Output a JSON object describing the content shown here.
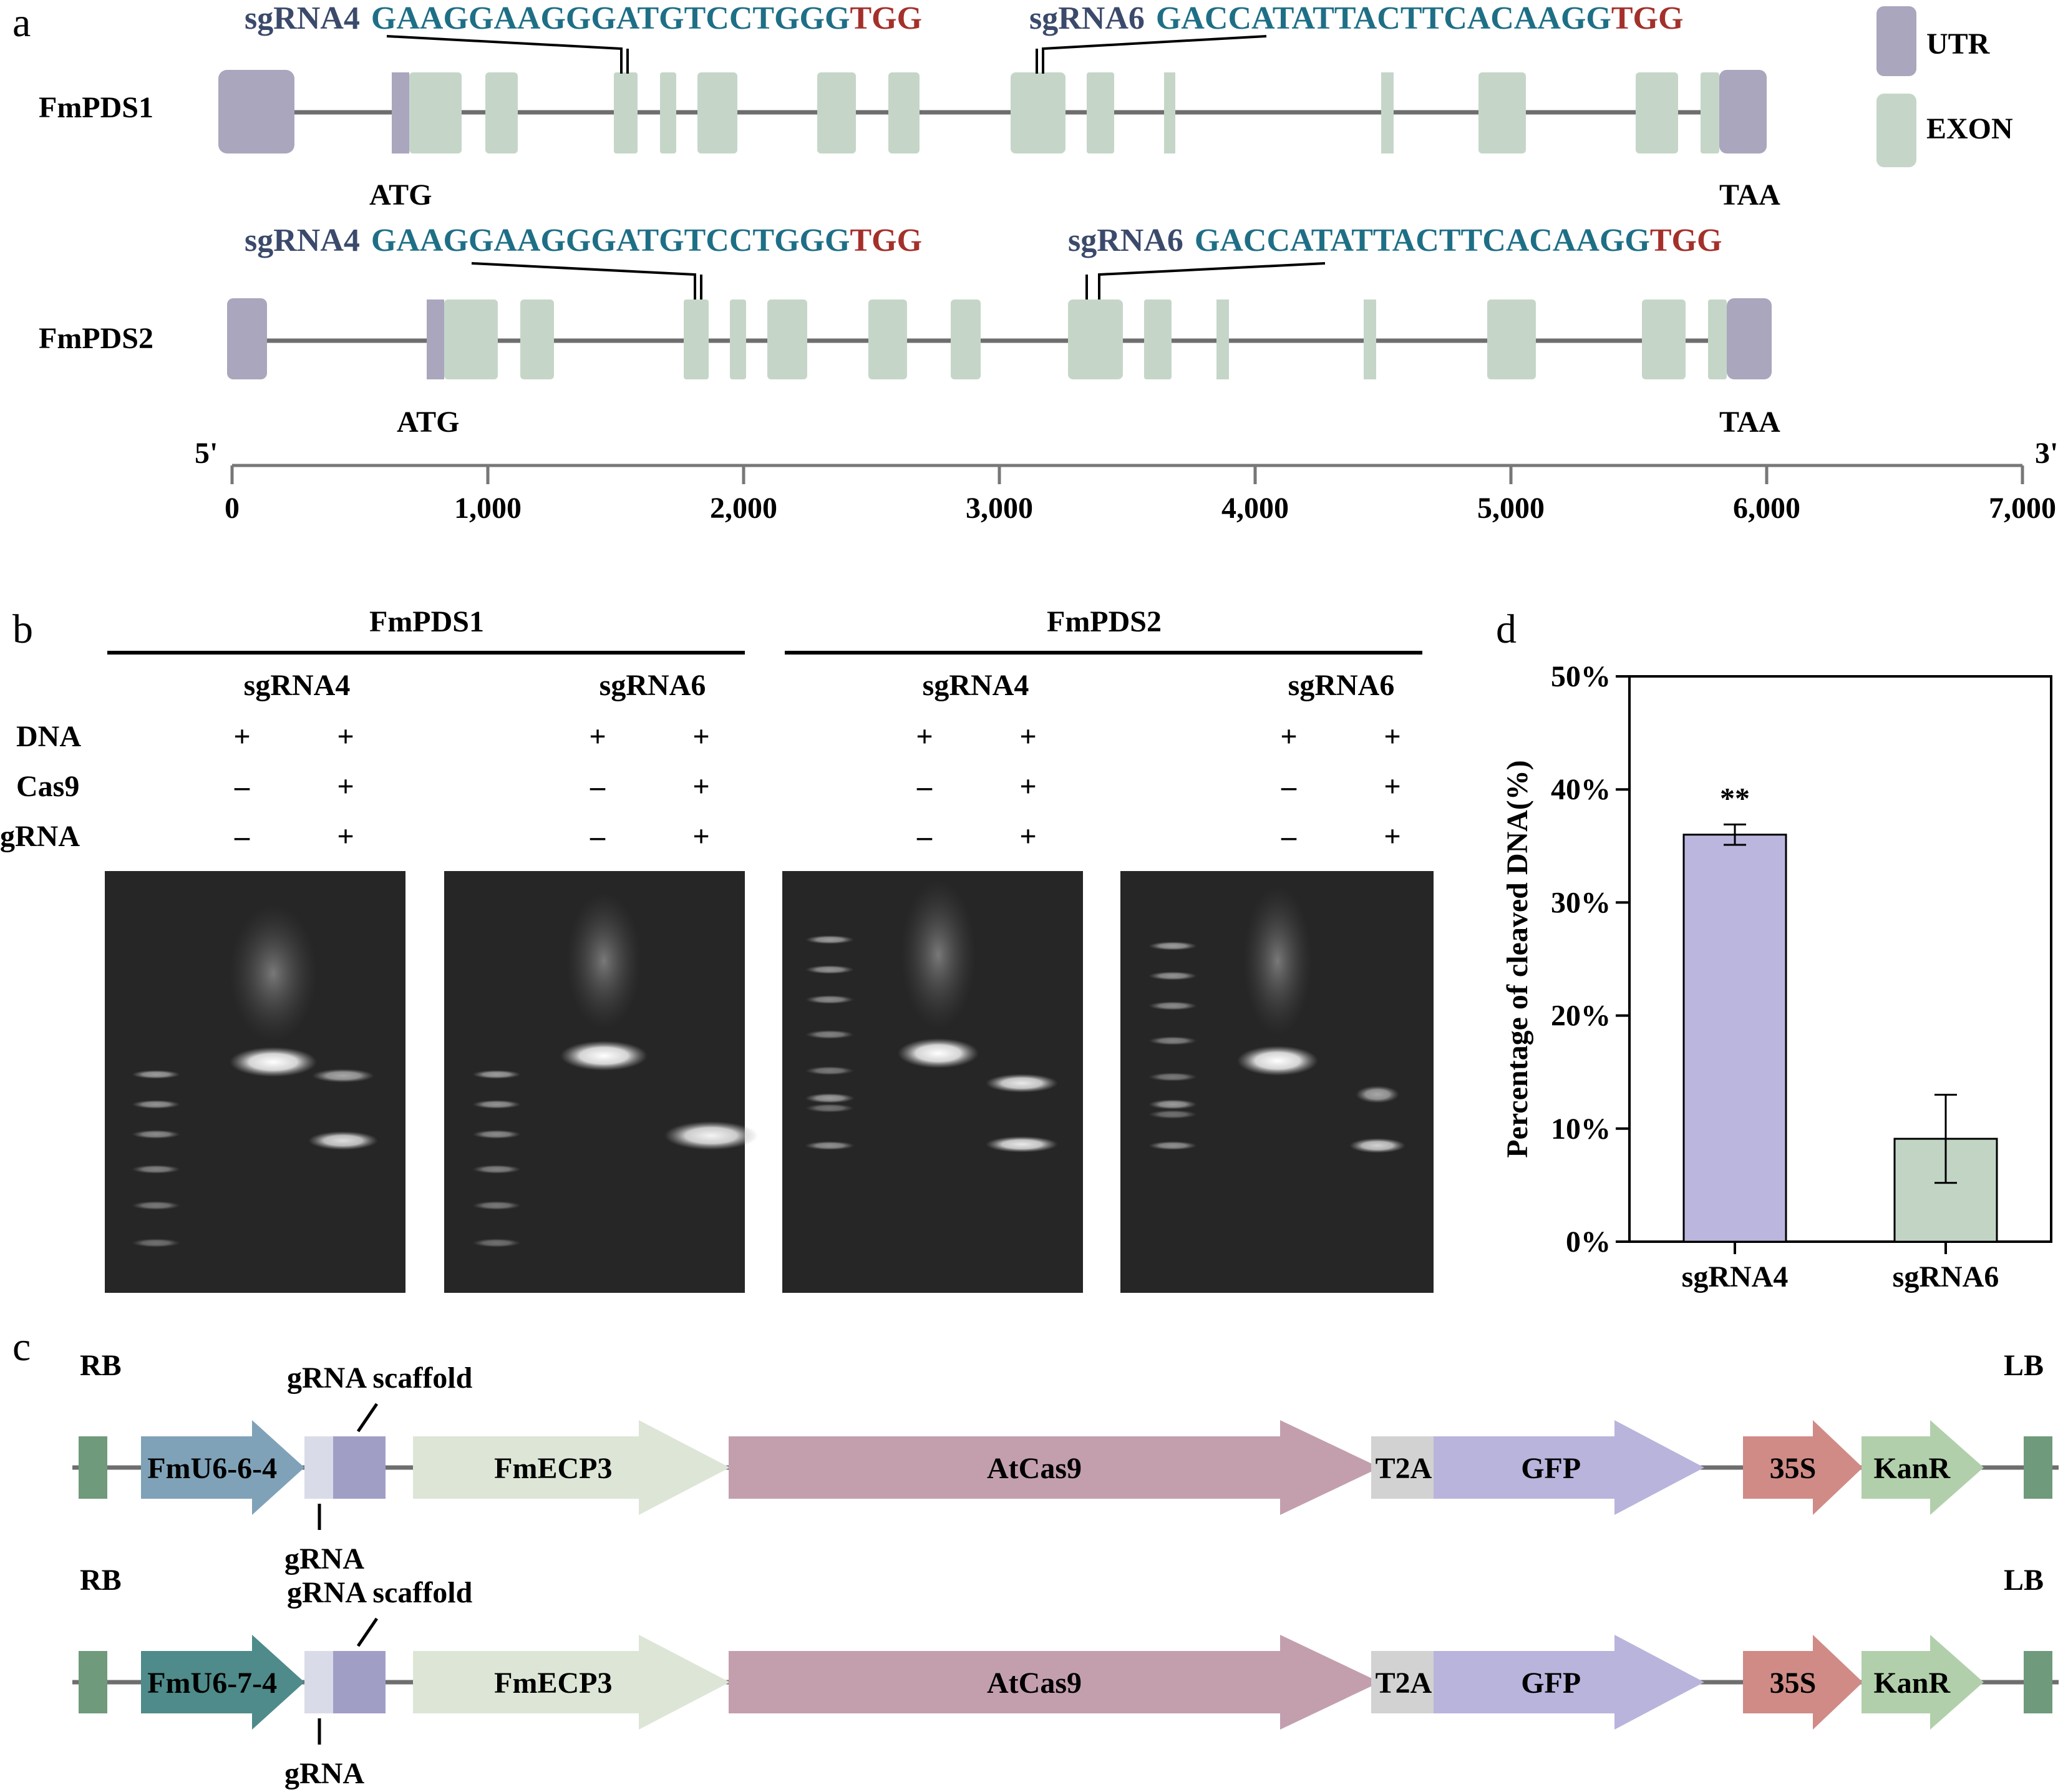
{
  "panel_a": {
    "letter": "a",
    "legend": {
      "utr_label": "UTR",
      "exon_label": "EXON",
      "colors": {
        "utr": "#a9a6bd",
        "exon": "#c5d6c9",
        "intron": "#6e6e6e"
      }
    },
    "genes": [
      {
        "name": "FmPDS1",
        "start_codon": "ATG",
        "stop_codon": "TAA",
        "sg4": {
          "name": "sgRNA4",
          "seq": "GAAGGAAGGGATGTCCTGGG",
          "pam": "TGG"
        },
        "sg6": {
          "name": "sgRNA6",
          "seq": "GACCATATTACTTCACAAGG",
          "pam": "TGG"
        }
      },
      {
        "name": "FmPDS2",
        "start_codon": "ATG",
        "stop_codon": "TAA",
        "sg4": {
          "name": "sgRNA4",
          "seq": "GAAGGAAGGGATGTCCTGGG",
          "pam": "TGG"
        },
        "sg6": {
          "name": "sgRNA6",
          "seq": "GACCATATTACTTCACAAGG",
          "pam": "TGG"
        }
      }
    ],
    "axis": {
      "end5": "5'",
      "end3": "3'",
      "ticks": [
        "0",
        "1,000",
        "2,000",
        "3,000",
        "4,000",
        "5,000",
        "6,000",
        "7,000"
      ]
    }
  },
  "panel_b": {
    "letter": "b",
    "genes": [
      "FmPDS1",
      "FmPDS2"
    ],
    "guides": [
      "sgRNA4",
      "sgRNA6",
      "sgRNA4",
      "sgRNA6"
    ],
    "row_labels": [
      "DNA",
      "Cas9",
      "gRNA"
    ],
    "lane_marks": {
      "dna": [
        "+",
        "+",
        "+",
        "+",
        "+",
        "+",
        "+",
        "+"
      ],
      "cas9": [
        "–",
        "+",
        "–",
        "+",
        "–",
        "+",
        "–",
        "+"
      ],
      "grna": [
        "–",
        "+",
        "–",
        "+",
        "–",
        "+",
        "–",
        "+"
      ]
    }
  },
  "panel_c": {
    "letter": "c",
    "constructs": [
      {
        "rb": "RB",
        "lb": "LB",
        "promoter": "FmU6-6-4",
        "grna": "gRNA",
        "scaffold": "gRNA scaffold",
        "ecp": "FmECP3",
        "cas9": "AtCas9",
        "t2a": "T2A",
        "gfp": "GFP",
        "p35s": "35S",
        "kanr": "KanR",
        "promoter_color": "#7fa2b8"
      },
      {
        "rb": "RB",
        "lb": "LB",
        "promoter": "FmU6-7-4",
        "grna": "gRNA",
        "scaffold": "gRNA scaffold",
        "ecp": "FmECP3",
        "cas9": "AtCas9",
        "t2a": "T2A",
        "gfp": "GFP",
        "p35s": "35S",
        "kanr": "KanR",
        "promoter_color": "#4e8b8a"
      }
    ],
    "colors": {
      "border": "#6f9a7b",
      "grna": "#d9dbe8",
      "scaffold": "#a19ec6",
      "ecp": "#dde6d6",
      "cas9": "#c39fae",
      "t2a": "#d2d2d2",
      "gfp": "#b9b4dc",
      "p35s": "#d08b86",
      "kanr": "#b1cfab"
    }
  },
  "panel_d": {
    "letter": "d",
    "significance": "**"
  },
  "chart_data": {
    "type": "bar",
    "categories": [
      "sgRNA4",
      "sgRNA6"
    ],
    "values": [
      36.0,
      9.1
    ],
    "errors": [
      0.9,
      3.9
    ],
    "ylabel": "Percentage of cleaved DNA(%)",
    "ylim": [
      0,
      50
    ],
    "yticks": [
      "0%",
      "10%",
      "20%",
      "30%",
      "40%",
      "50%"
    ],
    "colors": [
      "#bbb6dd",
      "#c2d5c5"
    ],
    "grid": false
  }
}
